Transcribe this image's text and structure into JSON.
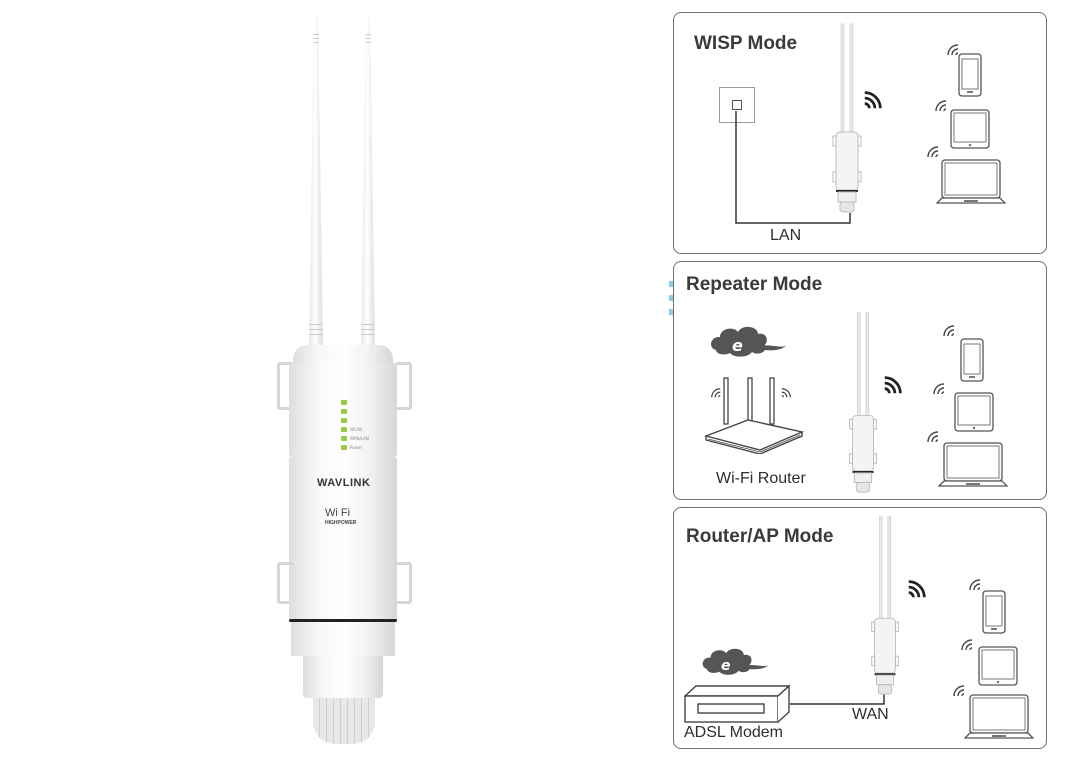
{
  "product": {
    "brand": "WAVLINK",
    "wifi_logo": "Wi Fi",
    "subtitle": "HIGHPOWER",
    "led_labels": [
      "",
      "",
      "",
      "WLAN",
      "WAN/LAN",
      "Power"
    ],
    "signal_icon": "wifi-signal-icon",
    "signal_colors": [
      "#8ecbe6",
      "#b6d65a"
    ]
  },
  "panels": [
    {
      "title": "WISP Mode",
      "labels": {
        "cable": "LAN"
      },
      "icons": [
        "wall-socket-icon",
        "repeater-device-icon",
        "wifi-signal-icon",
        "phone-icon",
        "tablet-icon",
        "laptop-icon"
      ]
    },
    {
      "title": "Repeater  Mode",
      "labels": {
        "router": "Wi-Fi Router"
      },
      "icons": [
        "internet-cloud-icon",
        "wifi-router-icon",
        "repeater-device-icon",
        "wifi-signal-icon",
        "phone-icon",
        "tablet-icon",
        "laptop-icon"
      ]
    },
    {
      "title": "Router/AP Mode",
      "labels": {
        "cable": "WAN",
        "modem": "ADSL Modem"
      },
      "icons": [
        "internet-cloud-icon",
        "adsl-modem-icon",
        "repeater-device-icon",
        "wifi-signal-icon",
        "phone-icon",
        "tablet-icon",
        "laptop-icon"
      ]
    }
  ]
}
